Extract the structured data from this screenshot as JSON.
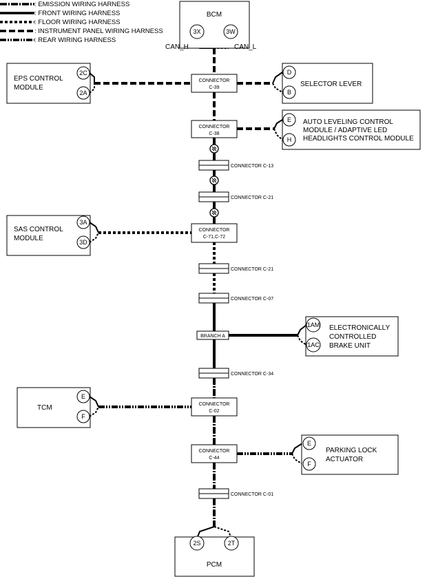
{
  "legend": [
    {
      "label": ": EMISSION WIRING HARNESS",
      "style": "emission"
    },
    {
      "label": ": FRONT WIRING HARNESS",
      "style": "front"
    },
    {
      "label": ": FLOOR WIRING HARNESS",
      "style": "floor"
    },
    {
      "label": ": INSTRUMENT PANEL WIRING HARNESS",
      "style": "instrument"
    },
    {
      "label": ": REAR WIRING HARNESS",
      "style": "rear"
    }
  ],
  "modules": {
    "bcm": {
      "label": "BCM",
      "pins": [
        "3X",
        "3W"
      ],
      "can_h": "CAN_H",
      "can_l": "CAN_L"
    },
    "eps": {
      "line1": "EPS CONTROL",
      "line2": "MODULE",
      "pins": [
        "2C",
        "2A"
      ]
    },
    "selector": {
      "label": "SELECTOR LEVER",
      "pins": [
        "D",
        "B"
      ]
    },
    "auto_leveling": {
      "line1": "AUTO LEVELING CONTROL",
      "line2": "MODULE / ADAPTIVE LED",
      "line3": "HEADLIGHTS CONTROL MODULE",
      "pins": [
        "E",
        "H"
      ]
    },
    "sas": {
      "line1": "SAS CONTROL",
      "line2": "MODULE",
      "pins": [
        "3A",
        "3D"
      ]
    },
    "brake": {
      "line1": "ELECTRONICALLY",
      "line2": "CONTROLLED",
      "line3": "BRAKE UNIT",
      "pins": [
        "1AM",
        "1AC"
      ]
    },
    "tcm": {
      "label": "TCM",
      "pins": [
        "E",
        "F"
      ]
    },
    "parking": {
      "line1": "PARKING LOCK",
      "line2": "ACTUATOR",
      "pins": [
        "E",
        "F"
      ]
    },
    "pcm": {
      "label": "PCM",
      "pins": [
        "2S",
        "2T"
      ]
    }
  },
  "connectors": {
    "c39": {
      "line1": "CONNECTOR",
      "line2": "C-39"
    },
    "c38": {
      "line1": "CONNECTOR",
      "line2": "C-38"
    },
    "c13": {
      "label": "CONNECTOR C-13"
    },
    "c21a": {
      "label": "CONNECTOR C-21"
    },
    "c71": {
      "line1": "CONNECTOR",
      "line2": "C-71,C-72"
    },
    "c21b": {
      "label": "CONNECTOR C-21"
    },
    "c07": {
      "label": "CONNECTOR C-07"
    },
    "branch": {
      "label": "BRANCH A"
    },
    "c34": {
      "label": "CONNECTOR C-34"
    },
    "c02": {
      "line1": "CONNECTOR",
      "line2": "C-02"
    },
    "c44": {
      "line1": "CONNECTOR",
      "line2": "C-44"
    },
    "c01": {
      "label": "CONNECTOR C-01"
    }
  }
}
